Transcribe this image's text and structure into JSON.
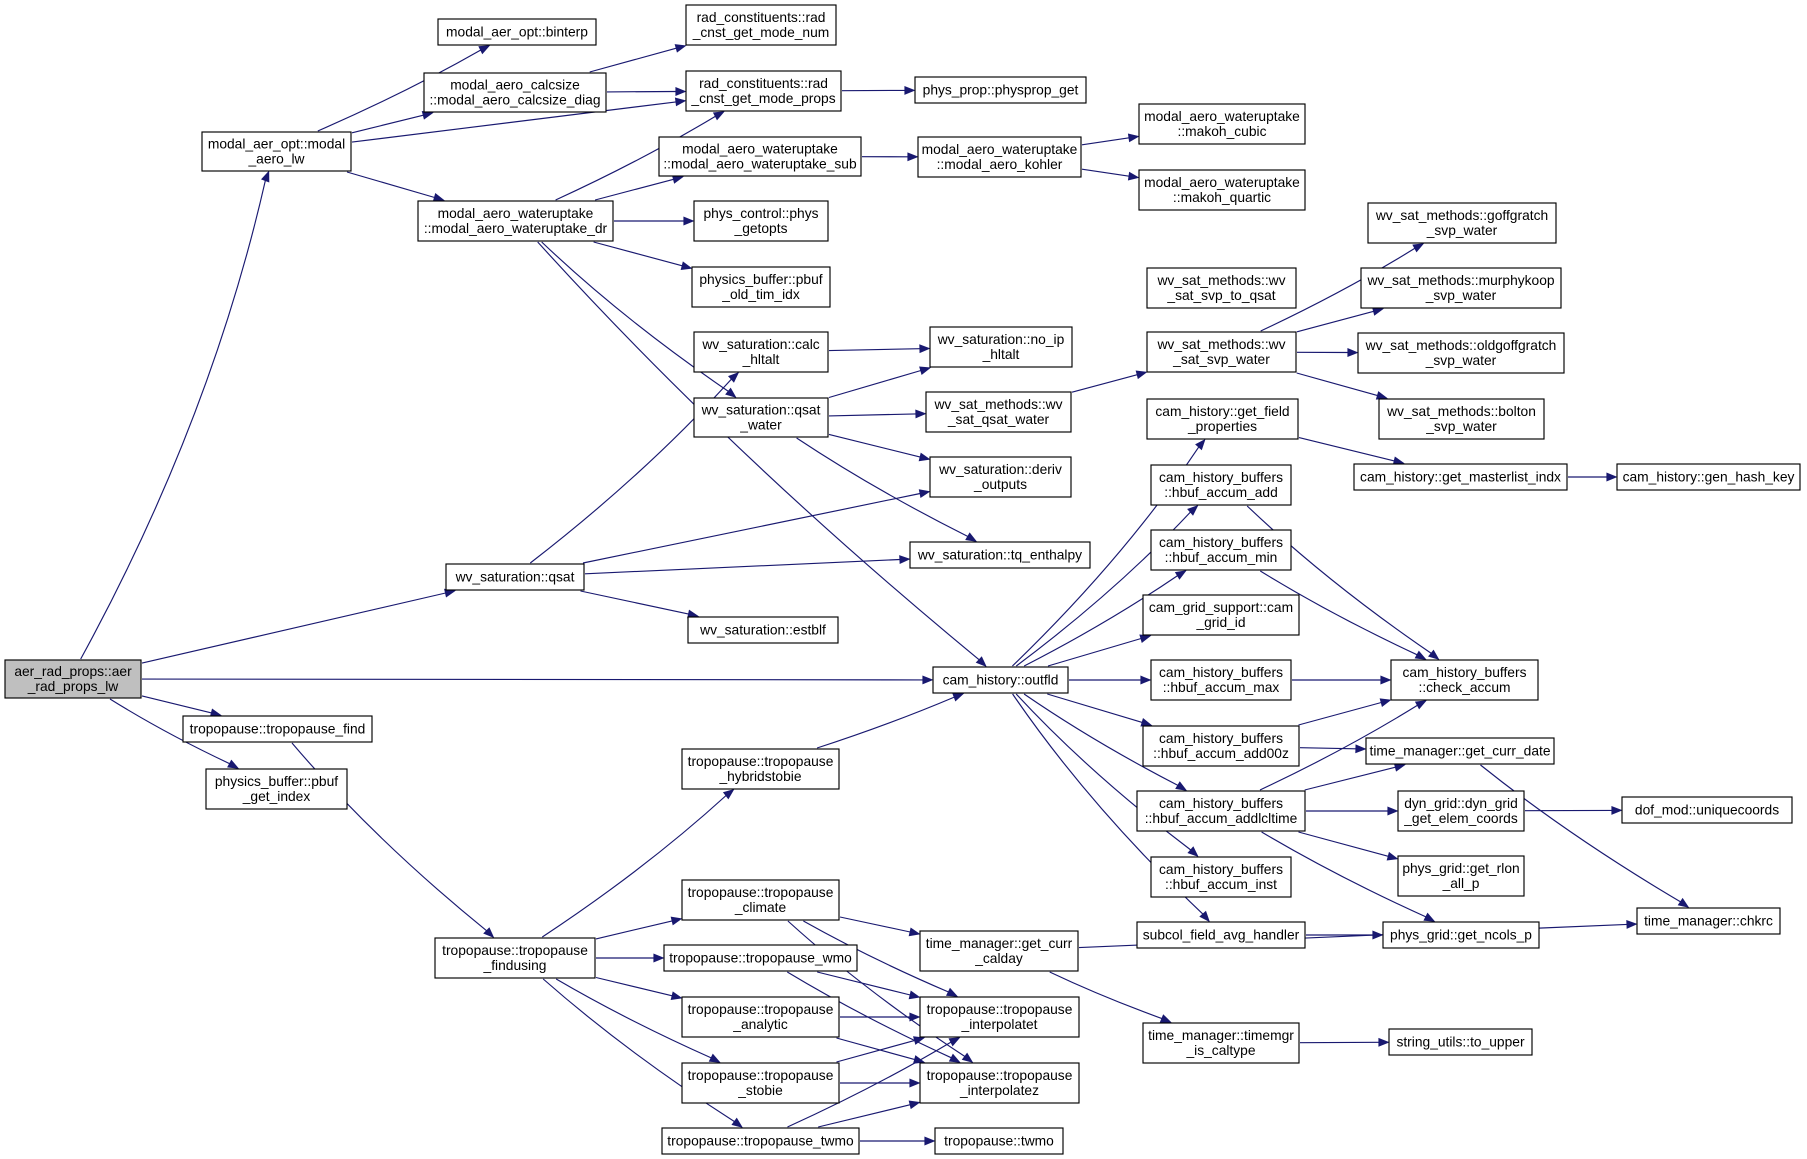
{
  "graph": {
    "nodes": [
      {
        "id": "n0",
        "lines": [
          "aer_rad_props::aer",
          "_rad_props_lw"
        ],
        "root": true
      },
      {
        "id": "n1",
        "lines": [
          "modal_aer_opt::modal",
          "_aero_lw"
        ]
      },
      {
        "id": "n2",
        "lines": [
          "modal_aer_opt::binterp"
        ]
      },
      {
        "id": "n3",
        "lines": [
          "modal_aero_calcsize",
          "::modal_aero_calcsize_diag"
        ]
      },
      {
        "id": "n4",
        "lines": [
          "rad_constituents::rad",
          "_cnst_get_mode_num"
        ]
      },
      {
        "id": "n5",
        "lines": [
          "rad_constituents::rad",
          "_cnst_get_mode_props"
        ]
      },
      {
        "id": "n6",
        "lines": [
          "phys_prop::physprop_get"
        ]
      },
      {
        "id": "n7",
        "lines": [
          "modal_aero_wateruptake",
          "::modal_aero_wateruptake_dr"
        ]
      },
      {
        "id": "n8",
        "lines": [
          "modal_aero_wateruptake",
          "::modal_aero_wateruptake_sub"
        ]
      },
      {
        "id": "n9",
        "lines": [
          "modal_aero_wateruptake",
          "::modal_aero_kohler"
        ]
      },
      {
        "id": "n10",
        "lines": [
          "modal_aero_wateruptake",
          "::makoh_cubic"
        ]
      },
      {
        "id": "n11",
        "lines": [
          "modal_aero_wateruptake",
          "::makoh_quartic"
        ]
      },
      {
        "id": "n12",
        "lines": [
          "phys_control::phys",
          "_getopts"
        ]
      },
      {
        "id": "n13",
        "lines": [
          "physics_buffer::pbuf",
          "_old_tim_idx"
        ]
      },
      {
        "id": "n14",
        "lines": [
          "wv_saturation::calc",
          "_hltalt"
        ]
      },
      {
        "id": "n15",
        "lines": [
          "wv_saturation::no_ip",
          "_hltalt"
        ]
      },
      {
        "id": "n16",
        "lines": [
          "wv_saturation::qsat",
          "_water"
        ]
      },
      {
        "id": "n17",
        "lines": [
          "wv_sat_methods::wv",
          "_sat_qsat_water"
        ]
      },
      {
        "id": "n18",
        "lines": [
          "wv_sat_methods::wv",
          "_sat_svp_to_qsat"
        ]
      },
      {
        "id": "n19",
        "lines": [
          "wv_sat_methods::wv",
          "_sat_svp_water"
        ]
      },
      {
        "id": "n20",
        "lines": [
          "wv_sat_methods::goffgratch",
          "_svp_water"
        ]
      },
      {
        "id": "n21",
        "lines": [
          "wv_sat_methods::murphykoop",
          "_svp_water"
        ]
      },
      {
        "id": "n22",
        "lines": [
          "wv_sat_methods::oldgoffgratch",
          "_svp_water"
        ]
      },
      {
        "id": "n23",
        "lines": [
          "wv_sat_methods::bolton",
          "_svp_water"
        ]
      },
      {
        "id": "n24",
        "lines": [
          "wv_saturation::deriv",
          "_outputs"
        ]
      },
      {
        "id": "n25",
        "lines": [
          "wv_saturation::qsat"
        ]
      },
      {
        "id": "n26",
        "lines": [
          "wv_saturation::tq_enthalpy"
        ]
      },
      {
        "id": "n27",
        "lines": [
          "wv_saturation::estblf"
        ]
      },
      {
        "id": "n28",
        "lines": [
          "cam_history::get_field",
          "_properties"
        ]
      },
      {
        "id": "n29",
        "lines": [
          "cam_history::get_masterlist_indx"
        ]
      },
      {
        "id": "n30",
        "lines": [
          "cam_history::gen_hash_key"
        ]
      },
      {
        "id": "n31",
        "lines": [
          "cam_history_buffers",
          "::hbuf_accum_add"
        ]
      },
      {
        "id": "n32",
        "lines": [
          "cam_history_buffers",
          "::hbuf_accum_min"
        ]
      },
      {
        "id": "n33",
        "lines": [
          "cam_grid_support::cam",
          "_grid_id"
        ]
      },
      {
        "id": "n34",
        "lines": [
          "cam_history::outfld"
        ]
      },
      {
        "id": "n35",
        "lines": [
          "cam_history_buffers",
          "::hbuf_accum_max"
        ]
      },
      {
        "id": "n36",
        "lines": [
          "cam_history_buffers",
          "::check_accum"
        ]
      },
      {
        "id": "n37",
        "lines": [
          "cam_history_buffers",
          "::hbuf_accum_add00z"
        ]
      },
      {
        "id": "n38",
        "lines": [
          "time_manager::get_curr_date"
        ]
      },
      {
        "id": "n39",
        "lines": [
          "cam_history_buffers",
          "::hbuf_accum_addlcltime"
        ]
      },
      {
        "id": "n40",
        "lines": [
          "dyn_grid::dyn_grid",
          "_get_elem_coords"
        ]
      },
      {
        "id": "n41",
        "lines": [
          "dof_mod::uniquecoords"
        ]
      },
      {
        "id": "n42",
        "lines": [
          "phys_grid::get_rlon",
          "_all_p"
        ]
      },
      {
        "id": "n43",
        "lines": [
          "cam_history_buffers",
          "::hbuf_accum_inst"
        ]
      },
      {
        "id": "n44",
        "lines": [
          "subcol_field_avg_handler"
        ]
      },
      {
        "id": "n45",
        "lines": [
          "phys_grid::get_ncols_p"
        ]
      },
      {
        "id": "n46",
        "lines": [
          "time_manager::chkrc"
        ]
      },
      {
        "id": "n47",
        "lines": [
          "tropopause::tropopause_find"
        ]
      },
      {
        "id": "n48",
        "lines": [
          "physics_buffer::pbuf",
          "_get_index"
        ]
      },
      {
        "id": "n49",
        "lines": [
          "tropopause::tropopause",
          "_hybridstobie"
        ]
      },
      {
        "id": "n50",
        "lines": [
          "tropopause::tropopause",
          "_findusing"
        ]
      },
      {
        "id": "n51",
        "lines": [
          "tropopause::tropopause",
          "_climate"
        ]
      },
      {
        "id": "n52",
        "lines": [
          "tropopause::tropopause_wmo"
        ]
      },
      {
        "id": "n53",
        "lines": [
          "tropopause::tropopause",
          "_analytic"
        ]
      },
      {
        "id": "n54",
        "lines": [
          "tropopause::tropopause",
          "_stobie"
        ]
      },
      {
        "id": "n55",
        "lines": [
          "tropopause::tropopause_twmo"
        ]
      },
      {
        "id": "n56",
        "lines": [
          "time_manager::get_curr",
          "_calday"
        ]
      },
      {
        "id": "n57",
        "lines": [
          "tropopause::tropopause",
          "_interpolatet"
        ]
      },
      {
        "id": "n58",
        "lines": [
          "tropopause::tropopause",
          "_interpolatez"
        ]
      },
      {
        "id": "n59",
        "lines": [
          "tropopause::twmo"
        ]
      },
      {
        "id": "n60",
        "lines": [
          "time_manager::timemgr",
          "_is_caltype"
        ]
      },
      {
        "id": "n61",
        "lines": [
          "string_utils::to_upper"
        ]
      }
    ],
    "edges": [
      [
        "n0",
        "n1"
      ],
      [
        "n0",
        "n25"
      ],
      [
        "n0",
        "n34"
      ],
      [
        "n0",
        "n47"
      ],
      [
        "n0",
        "n48"
      ],
      [
        "n1",
        "n2"
      ],
      [
        "n1",
        "n3"
      ],
      [
        "n1",
        "n5"
      ],
      [
        "n1",
        "n7"
      ],
      [
        "n3",
        "n4"
      ],
      [
        "n3",
        "n5"
      ],
      [
        "n5",
        "n6"
      ],
      [
        "n7",
        "n5"
      ],
      [
        "n7",
        "n8"
      ],
      [
        "n7",
        "n12"
      ],
      [
        "n7",
        "n13"
      ],
      [
        "n7",
        "n16"
      ],
      [
        "n7",
        "n34"
      ],
      [
        "n8",
        "n9"
      ],
      [
        "n9",
        "n10"
      ],
      [
        "n9",
        "n11"
      ],
      [
        "n14",
        "n15"
      ],
      [
        "n16",
        "n15"
      ],
      [
        "n16",
        "n17"
      ],
      [
        "n16",
        "n24"
      ],
      [
        "n16",
        "n26"
      ],
      [
        "n17",
        "n19"
      ],
      [
        "n19",
        "n20"
      ],
      [
        "n19",
        "n21"
      ],
      [
        "n19",
        "n22"
      ],
      [
        "n19",
        "n23"
      ],
      [
        "n25",
        "n14"
      ],
      [
        "n25",
        "n24"
      ],
      [
        "n25",
        "n26"
      ],
      [
        "n25",
        "n27"
      ],
      [
        "n28",
        "n29"
      ],
      [
        "n29",
        "n30"
      ],
      [
        "n31",
        "n36"
      ],
      [
        "n32",
        "n36"
      ],
      [
        "n35",
        "n36"
      ],
      [
        "n34",
        "n28"
      ],
      [
        "n34",
        "n31"
      ],
      [
        "n34",
        "n32"
      ],
      [
        "n34",
        "n33"
      ],
      [
        "n34",
        "n35"
      ],
      [
        "n34",
        "n37"
      ],
      [
        "n34",
        "n39"
      ],
      [
        "n34",
        "n43"
      ],
      [
        "n34",
        "n44"
      ],
      [
        "n37",
        "n36"
      ],
      [
        "n37",
        "n38"
      ],
      [
        "n39",
        "n36"
      ],
      [
        "n39",
        "n38"
      ],
      [
        "n39",
        "n40"
      ],
      [
        "n39",
        "n42"
      ],
      [
        "n39",
        "n45"
      ],
      [
        "n38",
        "n46"
      ],
      [
        "n40",
        "n41"
      ],
      [
        "n44",
        "n45"
      ],
      [
        "n47",
        "n50"
      ],
      [
        "n49",
        "n34"
      ],
      [
        "n50",
        "n49"
      ],
      [
        "n50",
        "n51"
      ],
      [
        "n50",
        "n52"
      ],
      [
        "n50",
        "n53"
      ],
      [
        "n50",
        "n54"
      ],
      [
        "n50",
        "n55"
      ],
      [
        "n51",
        "n56"
      ],
      [
        "n51",
        "n57"
      ],
      [
        "n51",
        "n58"
      ],
      [
        "n52",
        "n57"
      ],
      [
        "n52",
        "n58"
      ],
      [
        "n53",
        "n57"
      ],
      [
        "n53",
        "n58"
      ],
      [
        "n54",
        "n57"
      ],
      [
        "n54",
        "n58"
      ],
      [
        "n55",
        "n57"
      ],
      [
        "n55",
        "n58"
      ],
      [
        "n55",
        "n59"
      ],
      [
        "n56",
        "n46"
      ],
      [
        "n56",
        "n60"
      ],
      [
        "n60",
        "n61"
      ]
    ]
  }
}
